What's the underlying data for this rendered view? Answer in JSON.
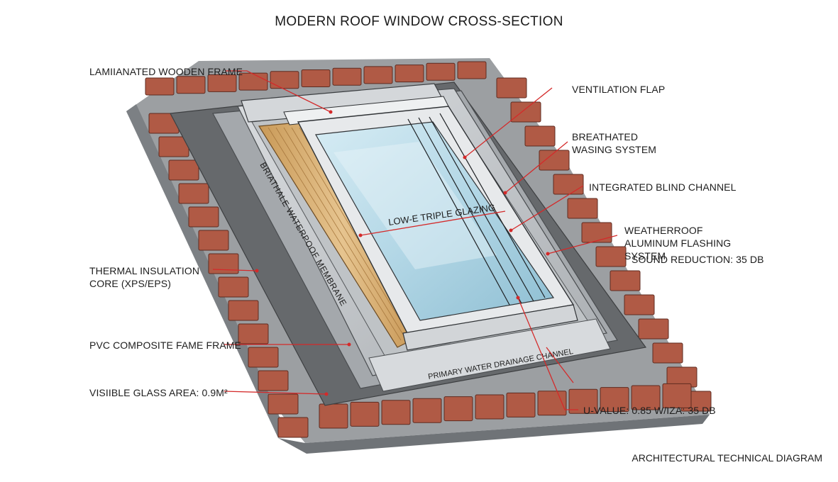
{
  "title": "MODERN ROOF WINDOW CROSS-SECTION",
  "footer": "ARCHITECTURAL TECHNICAL DIAGRAM",
  "labels": {
    "laminated_frame": "LAMIIANATED WOODEN FRAME",
    "ventilation_flap": "VENTILATION FLAP",
    "breathated_washing": "BREATHATED WASING SYSTEM",
    "blind_channel": "INTEGRATED BLIND CHANNEL",
    "flashing": "WEATHERROOF ALUMINUM FLASHING SYSTEM",
    "sound_reduction": "SOUND REDUCTION: 35 dB",
    "thermal_core": "THERMAL INSULATION CORE (XPS/EPS)",
    "pvc_frame": "PVC COMPOSITE FAME FRAME",
    "glass_area": "VISIIBLE GLASS AREA: 0.9m²",
    "u_value": "U-VALUE: 0.85 W/IZA: 35 dB"
  },
  "inline_text": {
    "membrane": "BRIATHALE WATERPOOF MEMBRANE",
    "glazing": "LOW-E TRIPLE GLAZING",
    "drainage": "PRIMARY WATER DRAINAGE CHANNEL"
  },
  "colors": {
    "tile": "#b05a45",
    "tile_edge": "#5e2b20",
    "membrane": "#6a6d70",
    "flashing": "#c2c5c8",
    "wood": "#d9b47a",
    "glass": "#b9dcea",
    "leader": "#d42a2a"
  }
}
